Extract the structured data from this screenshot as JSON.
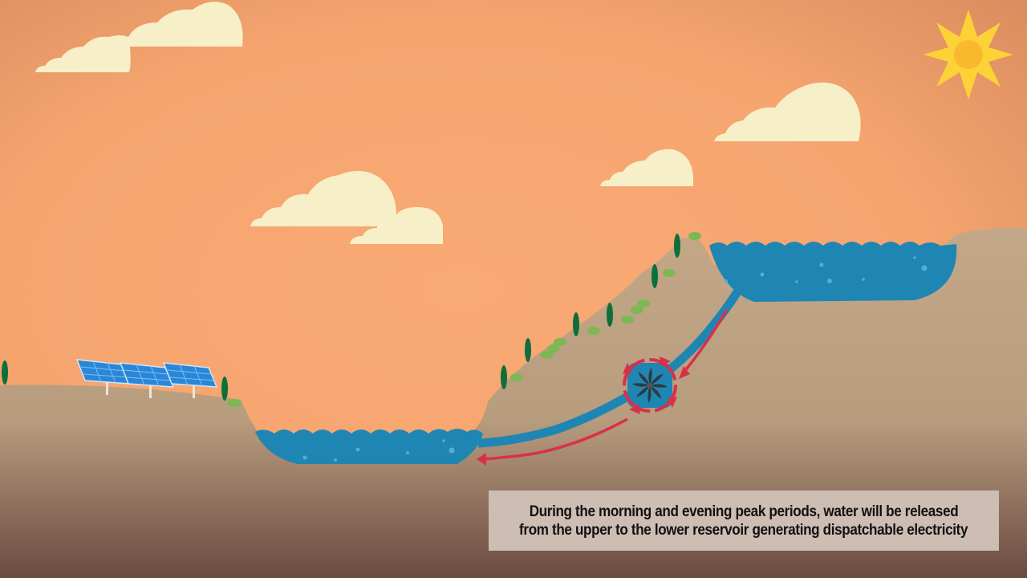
{
  "caption": {
    "line1": "During the morning and evening peak periods, water will be released",
    "line2": "from the upper to the lower reservoir generating dispatchable electricity"
  },
  "scene": {
    "elements": [
      "sun-icon",
      "clouds",
      "solar-panels",
      "trees",
      "lower-reservoir",
      "upper-reservoir",
      "penstock-pipe",
      "turbine-icon",
      "flow-arrows"
    ],
    "colors": {
      "sky": "#f7a872",
      "sky_edge": "#dd8f60",
      "ground": "#c3a888",
      "ground_dark": "#6c4e44",
      "water": "#1f86b3",
      "cloud": "#f7efc8",
      "sun": "#fdd236",
      "sun_core": "#f9b82d",
      "arrow": "#d9304a",
      "tree": "#0f6e3a",
      "bush": "#7cb854",
      "panel": "#2a86d8"
    },
    "flow_direction": "upper-to-lower"
  }
}
